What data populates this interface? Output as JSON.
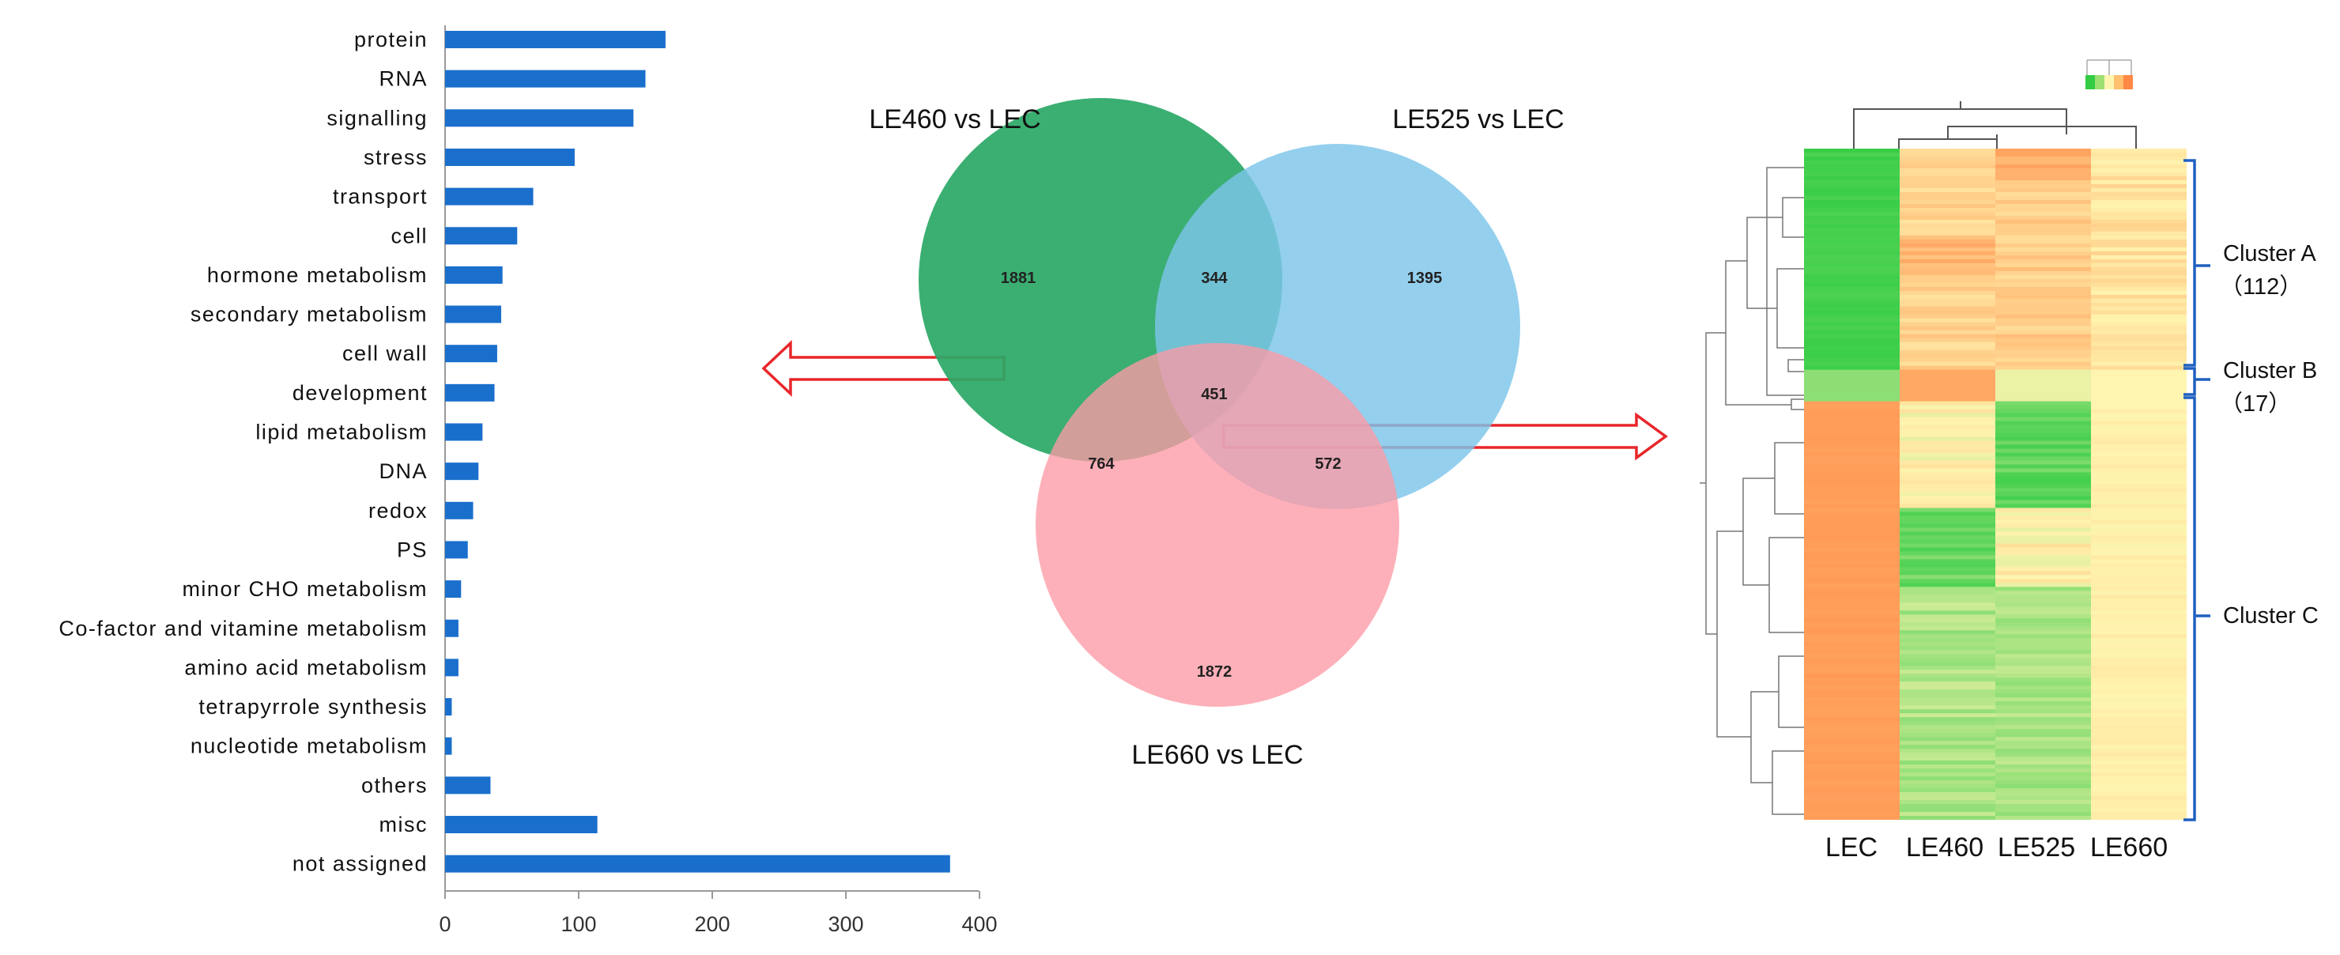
{
  "chart_data": [
    {
      "type": "bar",
      "orientation": "horizontal",
      "categories": [
        "protein",
        "RNA",
        "signalling",
        "stress",
        "transport",
        "cell",
        "hormone metabolism",
        "secondary metabolism",
        "cell wall",
        "development",
        "lipid metabolism",
        "DNA",
        "redox",
        "PS",
        "minor CHO metabolism",
        "Co-factor and vitamine metabolism",
        "amino acid metabolism",
        "tetrapyrrole synthesis",
        "nucleotide metabolism",
        "others",
        "misc",
        "not assigned"
      ],
      "values": [
        165,
        150,
        141,
        97,
        66,
        54,
        43,
        42,
        39,
        37,
        28,
        25,
        21,
        17,
        12,
        10,
        10,
        5,
        5,
        34,
        114,
        378
      ],
      "xlim": [
        0,
        400
      ],
      "xticks": [
        "0",
        "100",
        "200",
        "300",
        "400"
      ],
      "grid": false,
      "color": "#1a6fcc"
    },
    {
      "type": "venn",
      "sets": [
        "LE460 vs LEC",
        "LE525 vs LEC",
        "LE660 vs LEC"
      ],
      "regions": [
        {
          "sets": [
            "LE460 vs LEC"
          ],
          "value": "1881"
        },
        {
          "sets": [
            "LE525 vs LEC"
          ],
          "value": "1395"
        },
        {
          "sets": [
            "LE660 vs LEC"
          ],
          "value": "1872"
        },
        {
          "sets": [
            "LE460 vs LEC",
            "LE525 vs LEC"
          ],
          "value": "344"
        },
        {
          "sets": [
            "LE460 vs LEC",
            "LE660 vs LEC"
          ],
          "value": "764"
        },
        {
          "sets": [
            "LE525 vs LEC",
            "LE660 vs LEC"
          ],
          "value": "572"
        },
        {
          "sets": [
            "LE460 vs LEC",
            "LE525 vs LEC",
            "LE660 vs LEC"
          ],
          "value": "451"
        }
      ],
      "colors": [
        "#2aa866",
        "#7cc4ea",
        "#fc9aa5"
      ]
    },
    {
      "type": "heatmap",
      "columns": [
        "LEC",
        "LE460",
        "LE525",
        "LE660"
      ],
      "clusters": [
        {
          "label": "Cluster A",
          "count": "（112）"
        },
        {
          "label": "Cluster B",
          "count": "（17）"
        },
        {
          "label": "Cluster C",
          "count": ""
        }
      ],
      "color_scale": [
        "#33cc44",
        "#fff5b0",
        "#ff8844"
      ]
    }
  ]
}
